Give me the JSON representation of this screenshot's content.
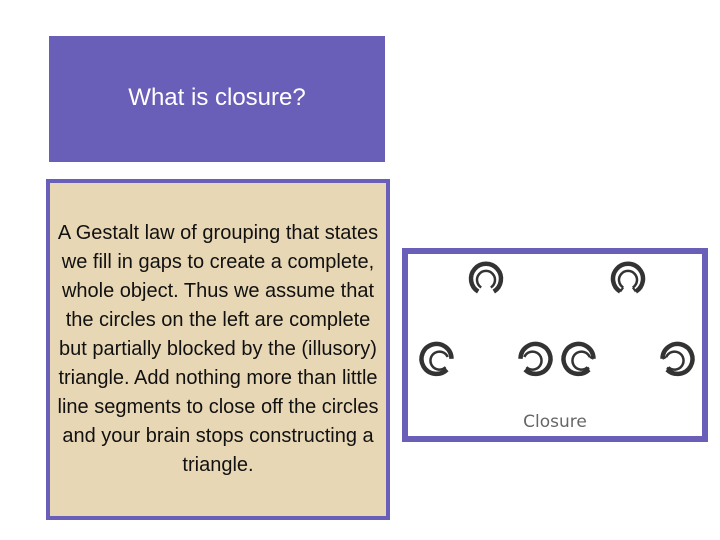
{
  "slide": {
    "title": "What is closure?",
    "definition": "A Gestalt law of grouping that states we fill in gaps to create a complete, whole object. Thus we assume that the circles on the left are complete but partially blocked by the (illusory) triangle. Add nothing more than little line segments to close off the circles and your brain stops constructing a triangle.",
    "figure": {
      "caption": "Closure"
    }
  },
  "colors": {
    "accent": "#6a5fb8",
    "definition_background": "#e8d7b5",
    "title_text": "#ffffff",
    "figure_stroke": "#333333"
  }
}
